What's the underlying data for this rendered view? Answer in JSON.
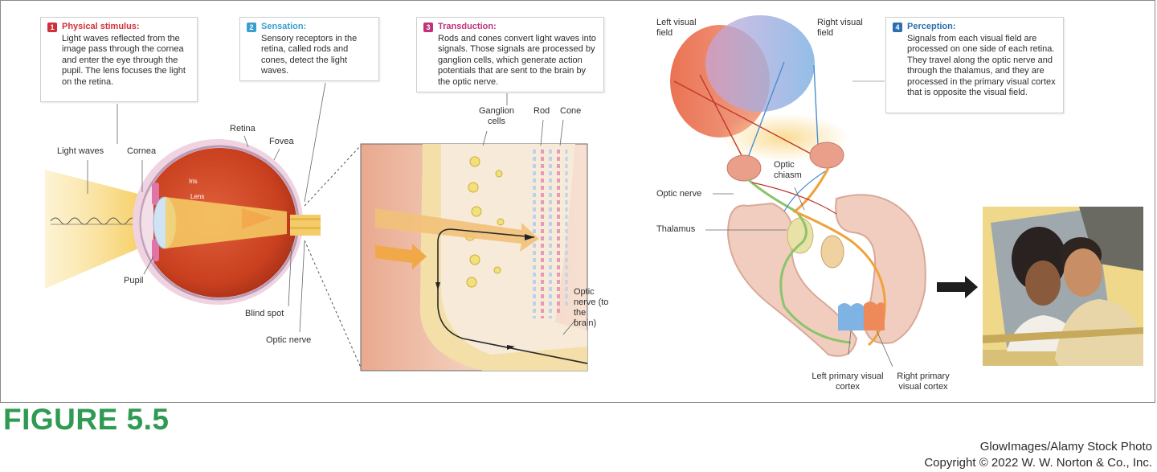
{
  "colors": {
    "step1": "#d32f3a",
    "step2": "#3a9fd0",
    "step3": "#c0317a",
    "step4": "#2c6fb0",
    "figure_label": "#2f9a52",
    "light_beam": "#f5c64a",
    "left_field": "#e8765a",
    "right_field": "#7fb3e3",
    "optic_tract": "#7fbf5a",
    "brain": "#f1cdbf"
  },
  "steps": [
    {
      "number": "1",
      "title": "Physical stimulus:",
      "text": "Light waves reflected from the image pass through the cornea and enter the eye through the pupil. The lens focuses the light on the retina."
    },
    {
      "number": "2",
      "title": "Sensation:",
      "text": "Sensory receptors in the retina, called rods and cones, detect the light waves."
    },
    {
      "number": "3",
      "title": "Transduction:",
      "text": "Rods and cones convert light waves into signals. Those signals are processed by ganglion cells, which generate action potentials that are sent to the brain by the optic nerve."
    },
    {
      "number": "4",
      "title": "Perception:",
      "text": "Signals from each visual field are processed on one side of each retina. They travel along the optic nerve and through the thalamus, and they are processed in the primary visual cortex that is opposite the visual field."
    }
  ],
  "eye_labels": {
    "light_waves": "Light waves",
    "cornea": "Cornea",
    "retina": "Retina",
    "fovea": "Fovea",
    "iris": "Iris",
    "lens": "Lens",
    "pupil": "Pupil",
    "blind_spot": "Blind spot",
    "optic_nerve": "Optic nerve"
  },
  "retina_labels": {
    "ganglion_cells": "Ganglion cells",
    "rod": "Rod",
    "cone": "Cone",
    "optic_nerve_to_brain": "Optic nerve (to the brain)"
  },
  "brain_labels": {
    "left_visual_field": "Left visual field",
    "right_visual_field": "Right visual field",
    "optic_chiasm": "Optic chiasm",
    "optic_nerve": "Optic nerve",
    "thalamus": "Thalamus",
    "left_primary_visual_cortex": "Left primary visual cortex",
    "right_primary_visual_cortex": "Right primary visual cortex"
  },
  "figure_label": "FIGURE 5.5",
  "credits": {
    "photo": "GlowImages/Alamy Stock Photo",
    "copyright": "Copyright © 2022 W. W. Norton & Co., Inc."
  }
}
